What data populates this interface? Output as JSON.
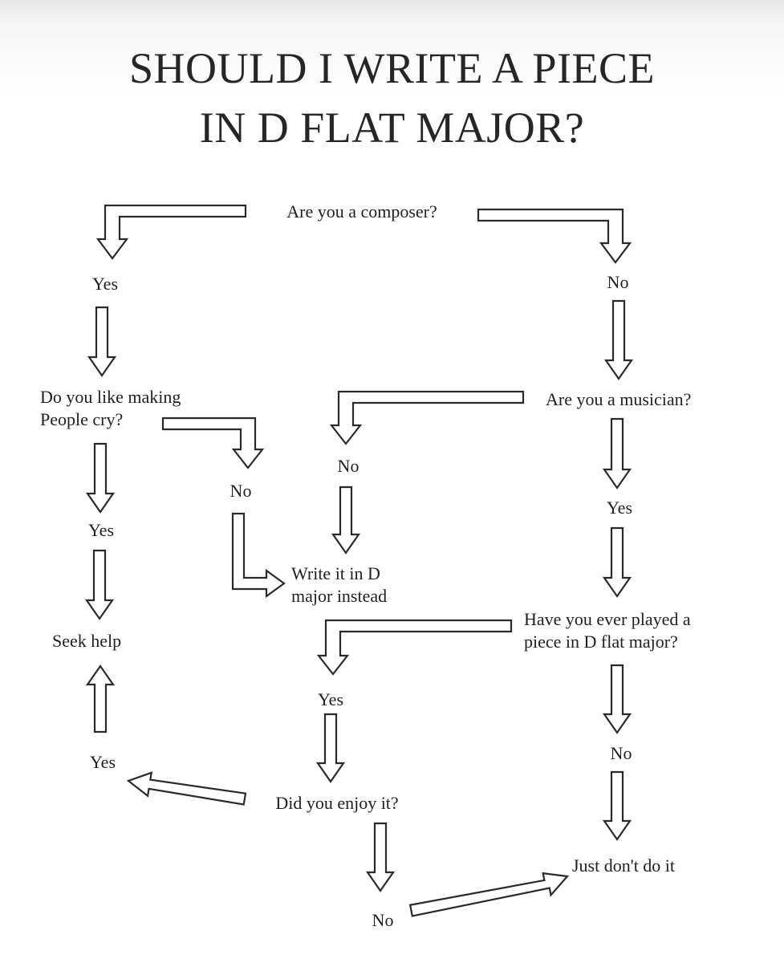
{
  "title": {
    "line1": "SHOULD I WRITE A PIECE",
    "line2": "IN D FLAT MAJOR?"
  },
  "nodes": {
    "composer_question": "Are you a composer?",
    "composer_yes": "Yes",
    "composer_no": "No",
    "cry_question_line1": "Do you like making",
    "cry_question_line2": "People cry?",
    "musician_question": "Are you a musician?",
    "cry_yes": "Yes",
    "cry_no": "No",
    "musician_no": "No",
    "musician_yes": "Yes",
    "write_d_major_line1": "Write it in D",
    "write_d_major_line2": "major instead",
    "seek_help": "Seek help",
    "played_question_line1": "Have you ever played a",
    "played_question_line2": "piece in D flat major?",
    "played_yes": "Yes",
    "played_no": "No",
    "enjoy_yes": "Yes",
    "enjoy_question": "Did you enjoy it?",
    "enjoy_no": "No",
    "dont_do_it": "Just don't do it"
  }
}
